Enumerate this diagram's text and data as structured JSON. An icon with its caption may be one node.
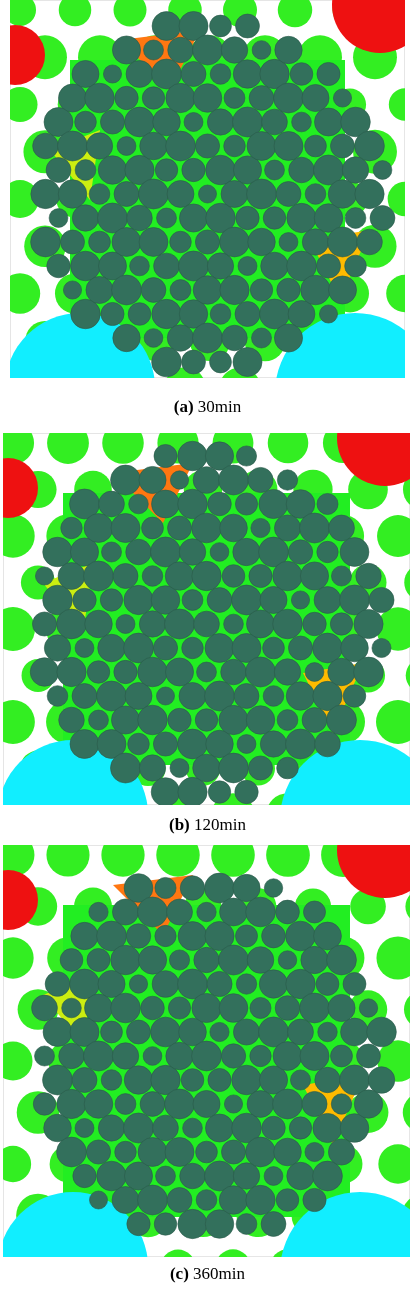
{
  "diagram": {
    "labels": [
      "**(a)** 30min",
      "**(b)** 120min",
      "**(c)** 360min"
    ]
  }
}
